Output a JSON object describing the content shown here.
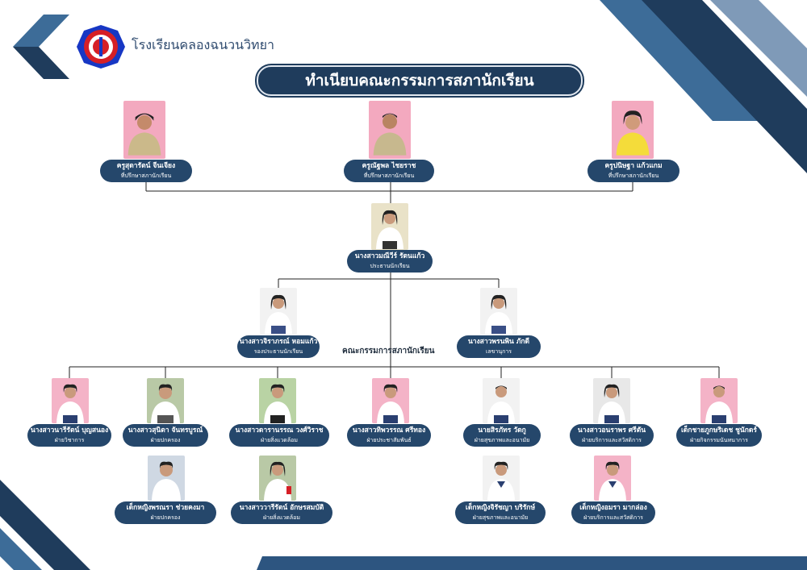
{
  "header": {
    "school_name": "โรงเรียนคลองฉนวนวิทยา",
    "title": "ทำเนียบคณะกรรมการสภานักเรียน",
    "section_label": "คณะกรรมการสภานักเรียน"
  },
  "colors": {
    "navy": "#1f3c5c",
    "blue": "#3d6c98",
    "label_bg": "#25476b"
  },
  "advisors": [
    {
      "name": "ครูสุดารัตน์ จีนเจียง",
      "role": "ที่ปรึกษาสภานักเรียน",
      "bg": "#f3a9bf"
    },
    {
      "name": "ครูณัฐพล ไชยราช",
      "role": "ที่ปรึกษาสภานักเรียน",
      "bg": "#f3a9bf"
    },
    {
      "name": "ครูปนิษฐา แก้วแกม",
      "role": "ที่ปรึกษาสภานักเรียน",
      "bg": "#f3a9bf"
    }
  ],
  "president": {
    "name": "นางสาวมณีวีร์ รัตนแก้ว",
    "role": "ประธานนักเรียน",
    "bg": "#e9e2c8"
  },
  "officers": [
    {
      "name": "นางสาวจิราภรณ์ หอมแก้ว",
      "role": "รองประธานนักเรียน",
      "bg": "#f2f2f2"
    },
    {
      "name": "นางสาวพรนพิน ภักดี",
      "role": "เลขานุการ",
      "bg": "#f2f2f2"
    }
  ],
  "committee": [
    {
      "name": "นางสาวนารีรัตน์ บุญสนอง",
      "role": "ฝ่ายวิชาการ",
      "bg": "#f4b3c7"
    },
    {
      "name": "นางสาวสุนิตา จันทรบูรณ์",
      "role": "ฝ่ายปกครอง",
      "bg": "#b9c9a6"
    },
    {
      "name": "นางสาวดารานรรณ วงศ์วิราช",
      "role": "ฝ่ายสิ่งแวดล้อม",
      "bg": "#b9d3a4"
    },
    {
      "name": "นางสาวทิพวรรณ ศรีทอง",
      "role": "ฝ่ายประชาสัมพันธ์",
      "bg": "#f4b3c7"
    },
    {
      "name": "นายสิรภัทร วัดกู",
      "role": "ฝ่ายสุขภาพและอนามัย",
      "bg": "#f2f2f2"
    },
    {
      "name": "นางสาวอนราพร ศรีตัน",
      "role": "ฝ่ายบริการและสวัสดิการ",
      "bg": "#e8e8e8"
    },
    {
      "name": "เด็กชายภูกษริเดช ชูนักดร์",
      "role": "ฝ่ายกิจกรรมนันทนาการ",
      "bg": "#f4b3c7"
    }
  ],
  "sub_members": [
    {
      "name": "เด็กหญิงพรณรา ช่วยคงมา",
      "role": "ฝ่ายปกครอง",
      "bg": "#cfd8e3"
    },
    {
      "name": "นางสาววารีรัตน์ อักษรสมบัติ",
      "role": "ฝ่ายสิ่งแวดล้อม",
      "bg": "#b9c9a6"
    },
    {
      "name": "เด็กหญิงจิรัชญา บริรักษ์",
      "role": "ฝ่ายสุขภาพและอนามัย",
      "bg": "#f2f2f2"
    },
    {
      "name": "เด็กหญิงอมรา มากล่อง",
      "role": "ฝ่ายบริการและสวัสดิการ",
      "bg": "#f4b3c7"
    }
  ]
}
